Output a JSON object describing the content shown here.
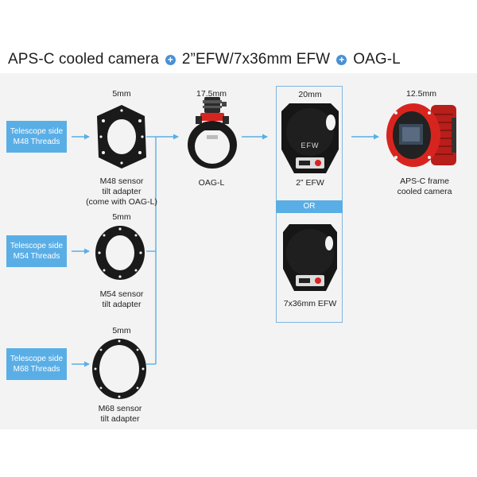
{
  "title": {
    "part1": "APS-C cooled camera",
    "part2": "2”EFW/7x36mm EFW",
    "part3": "OAG-L",
    "plus_symbol": "+"
  },
  "telescope_sides": [
    {
      "line1": "Telescope side",
      "line2": "M48 Threads"
    },
    {
      "line1": "Telescope side",
      "line2": "M54 Threads"
    },
    {
      "line1": "Telescope side",
      "line2": "M68 Threads"
    }
  ],
  "adapters": [
    {
      "thickness": "5mm",
      "line1": "M48 sensor",
      "line2": "tilt adapter",
      "line3": "(come with OAG-L)"
    },
    {
      "thickness": "5mm",
      "line1": "M54 sensor",
      "line2": "tilt adapter"
    },
    {
      "thickness": "5mm",
      "line1": "M68 sensor",
      "line2": "tilt adapter"
    }
  ],
  "oag": {
    "thickness": "17.5mm",
    "label": "OAG-L"
  },
  "efw": {
    "thickness": "20mm",
    "option1_label": "2” EFW",
    "or_label": "OR",
    "option2_label": "7x36mm EFW",
    "printed_text": "EFW"
  },
  "camera": {
    "thickness": "12.5mm",
    "line1": "APS-C frame",
    "line2": "cooled camera"
  },
  "colors": {
    "accent": "#5aaee6",
    "camera_red": "#d8241f",
    "part_black": "#151515"
  }
}
